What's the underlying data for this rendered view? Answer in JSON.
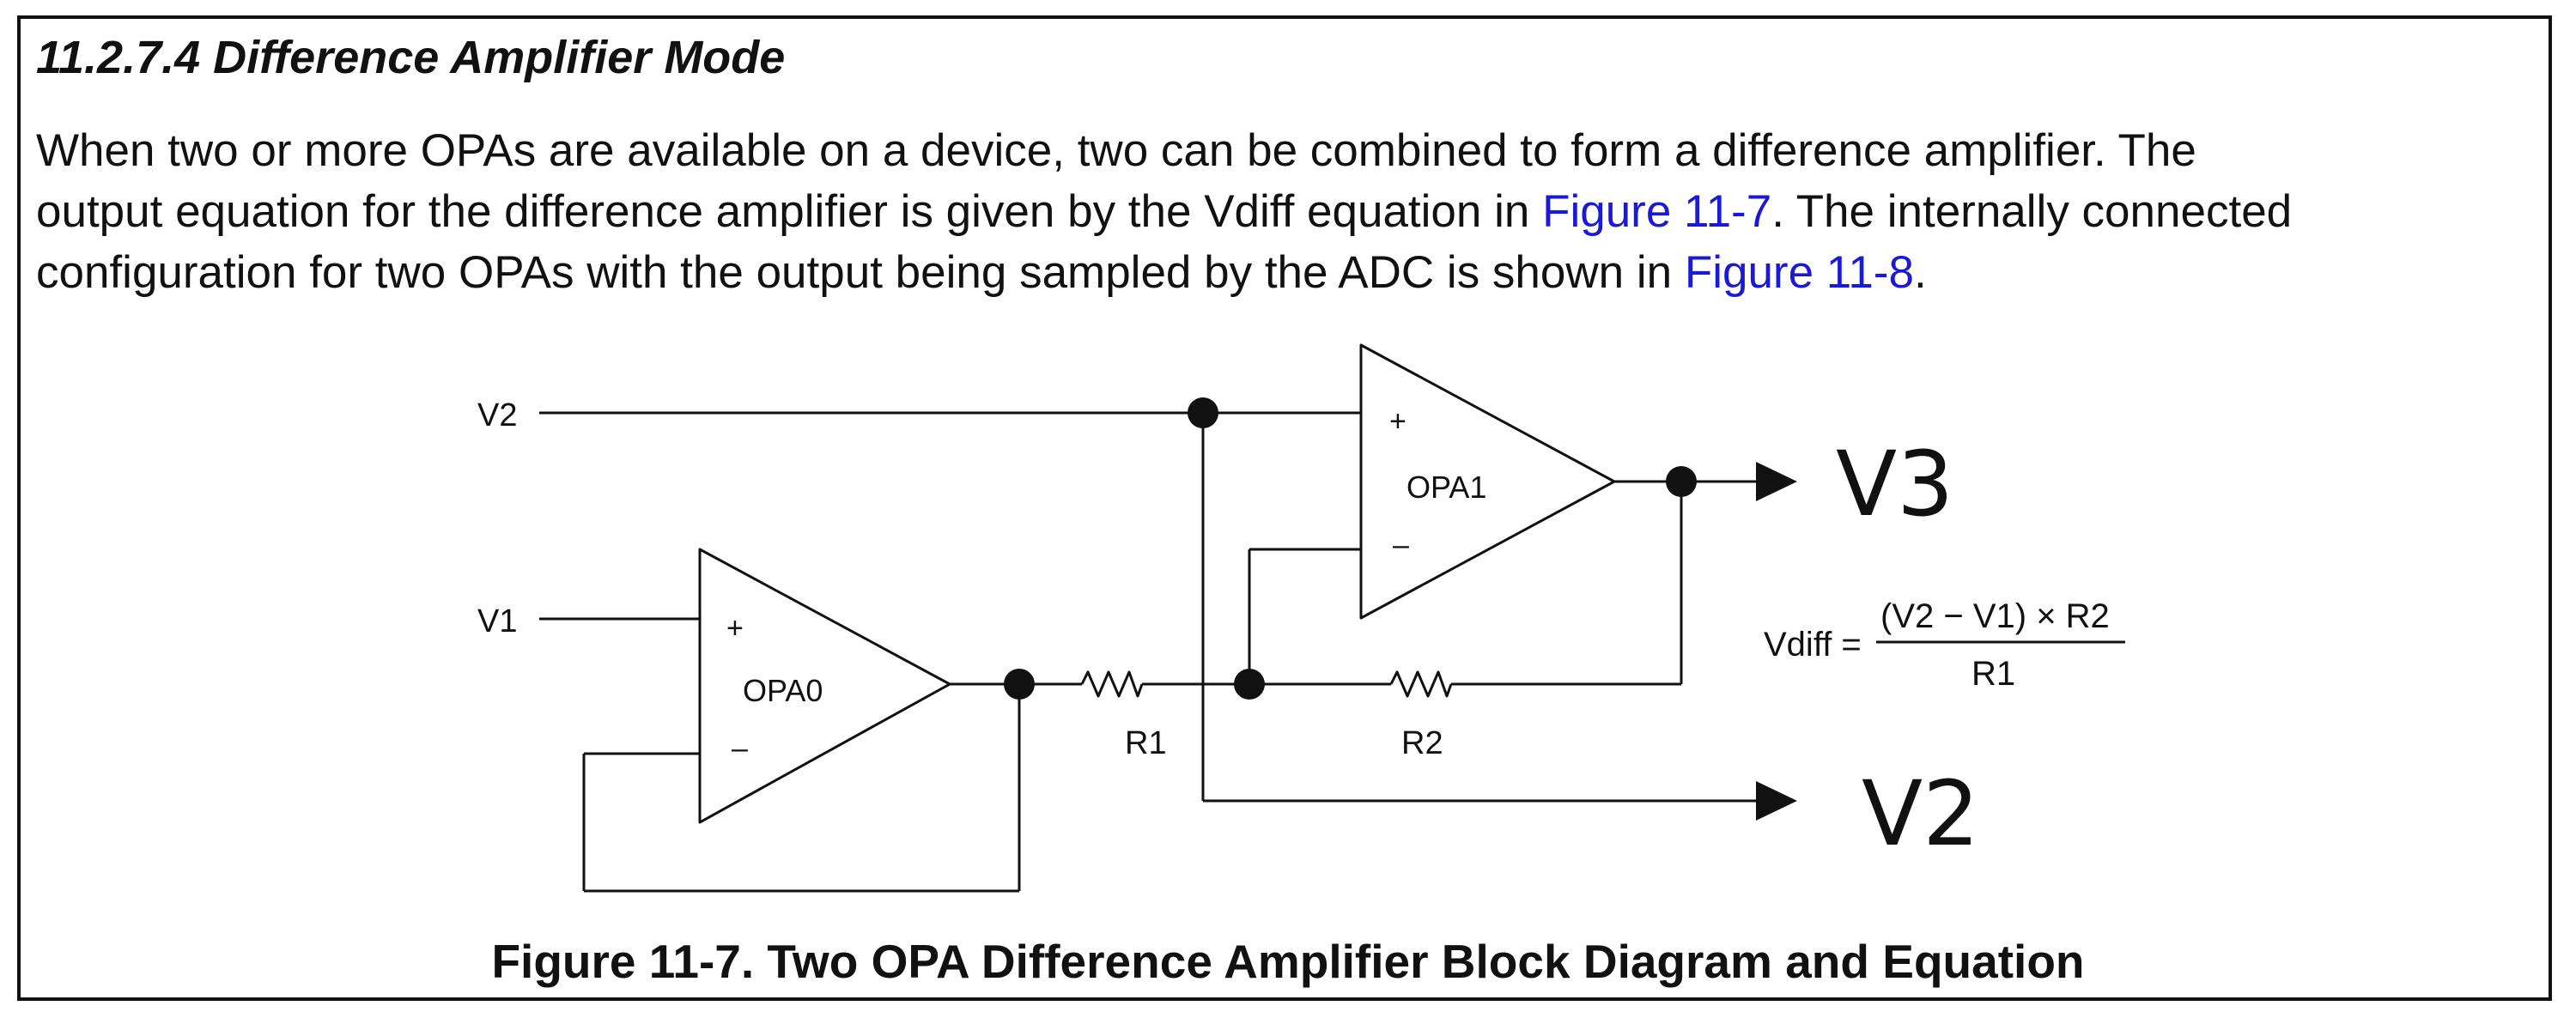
{
  "section": {
    "heading": "11.2.7.4 Difference Amplifier Mode"
  },
  "paragraph": {
    "line1": "When two or more OPAs are available on a device, two can be combined to form a difference amplifier. The",
    "line2_pre": "output equation for the difference amplifier is given by the Vdiff equation in ",
    "line2_link": "Figure 11-7",
    "line2_post": ". The internally connected",
    "line3_pre": "configuration for two OPAs with the output being sampled by the ADC is shown in ",
    "line3_link": "Figure 11-8",
    "line3_post": "."
  },
  "diagram": {
    "input_v2": "V2",
    "input_v1": "V1",
    "opa0_label": "OPA0",
    "opa1_label": "OPA1",
    "plus_sign": "+",
    "minus_sign": "–",
    "r1_label": "R1",
    "r2_label": "R2",
    "output_v3": "V3",
    "output_v2": "V2",
    "equation": {
      "lhs": "Vdiff =",
      "numerator": "(V2 − V1) × R2",
      "denominator": "R1"
    }
  },
  "figure": {
    "caption": "Figure 11-7. Two OPA Difference Amplifier Block Diagram and Equation"
  },
  "colors": {
    "link": "#1a1ad6",
    "ink": "#111111"
  }
}
